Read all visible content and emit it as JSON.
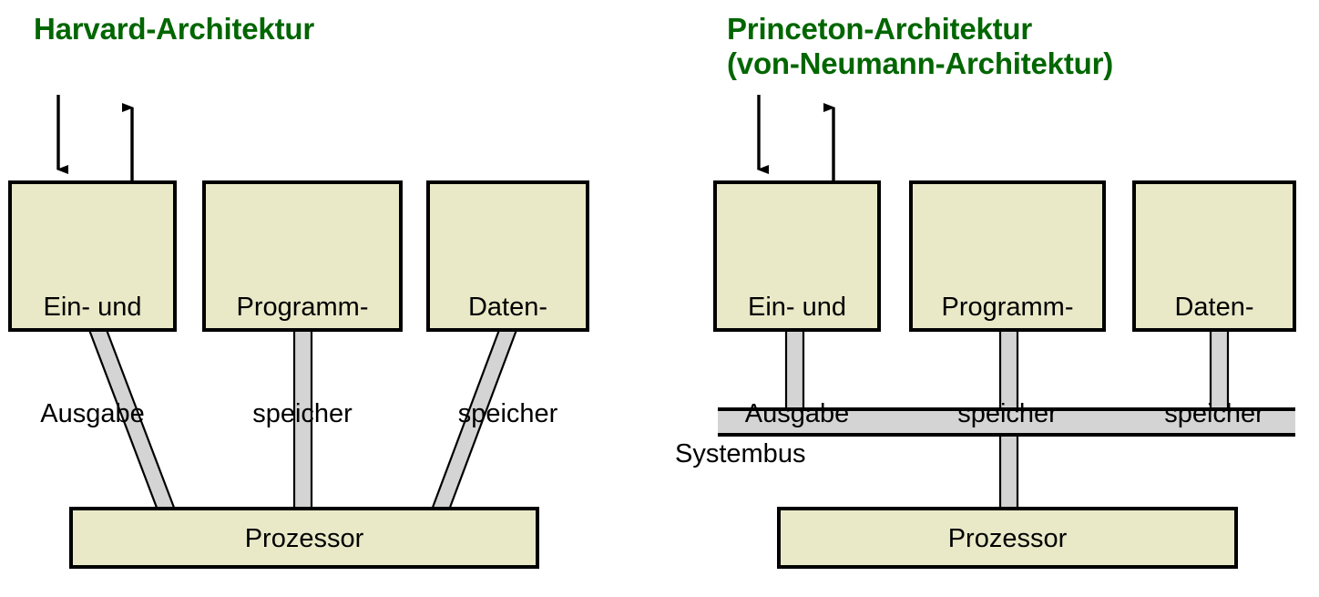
{
  "diagram": {
    "background": "#ffffff",
    "box_fill": "#e9e9c8",
    "box_stroke": "#000000",
    "bus_fill": "#d4d4d4",
    "title_color": "#006600",
    "text_color": "#000000"
  },
  "left": {
    "title": "Harvard-Architektur",
    "boxes": [
      {
        "line1": "Ein- und",
        "line2": "Ausgabe"
      },
      {
        "line1": "Programm-",
        "line2": "speicher"
      },
      {
        "line1": "Daten-",
        "line2": "speicher"
      }
    ],
    "processor": "Prozessor",
    "arrows": [
      {
        "name": "input-arrow",
        "direction": "down"
      },
      {
        "name": "output-arrow",
        "direction": "up"
      }
    ]
  },
  "right": {
    "title_line1": "Princeton-Architektur",
    "title_line2": "(von-Neumann-Architektur)",
    "boxes": [
      {
        "line1": "Ein- und",
        "line2": "Ausgabe"
      },
      {
        "line1": "Programm-",
        "line2": "speicher"
      },
      {
        "line1": "Daten-",
        "line2": "speicher"
      }
    ],
    "bus_label": "Systembus",
    "processor": "Prozessor",
    "arrows": [
      {
        "name": "input-arrow",
        "direction": "down"
      },
      {
        "name": "output-arrow",
        "direction": "up"
      }
    ]
  }
}
